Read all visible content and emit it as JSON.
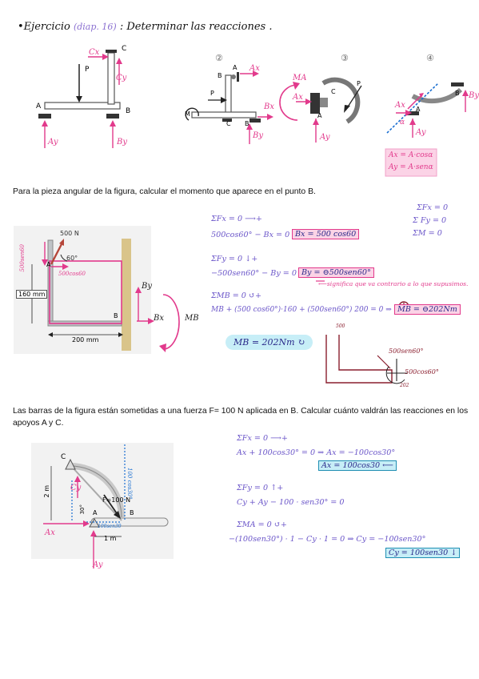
{
  "header": {
    "title_main": "•Ejercicio",
    "title_sub": "(diap. 16)",
    "title_rest": ": Determinar las reacciones ."
  },
  "fig1": {
    "labels": {
      "C": "C",
      "P": "P",
      "A": "A",
      "B": "B"
    },
    "reactions": {
      "Cx": "Cx",
      "Cy": "Cy",
      "Ay": "Ay",
      "By": "By"
    }
  },
  "fig2": {
    "number": "②",
    "labels": {
      "A": "A",
      "B": "B",
      "P": "P",
      "M": "M",
      "C": "C",
      "Bs": "B"
    },
    "reactions": {
      "Ax": "Ax",
      "Bx": "Bx",
      "By": "By"
    }
  },
  "fig3": {
    "number": "③",
    "labels": {
      "C": "C",
      "P": "P",
      "A": "A"
    },
    "reactions": {
      "MA": "MA",
      "Ax": "Ax",
      "Ay": "Ay"
    }
  },
  "fig4": {
    "number": "④",
    "labels": {
      "B": "B",
      "A": "A"
    },
    "reactions": {
      "Ax": "Ax",
      "Ay": "Ay",
      "By": "By",
      "alpha": "α"
    },
    "box_line1": "Ax = A·cosα",
    "box_line2": "Ay = A·senα"
  },
  "section1": {
    "text": "Para la pieza angular de la figura, calcular el momento que aparece en el punto B.",
    "figure": {
      "force": "500 N",
      "angle": "60°",
      "vert_label": "500sen60",
      "horiz_label": "500cos60",
      "dim_vert": "160 mm",
      "dim_horiz": "200 mm",
      "pointA": "A",
      "pointB": "B",
      "By": "By",
      "Bx": "Bx",
      "MB": "MB"
    },
    "sums": {
      "fx": "ΣFx = 0",
      "fy": "Σ Fy = 0",
      "m": "ΣM = 0"
    },
    "eq1a": "ΣFx = 0  ⟶+",
    "eq1b": "500cos60° − Bx = 0 ⇒",
    "eq1box": "Bx = 500 cos60",
    "eq2a": "ΣFy = 0 ↓+",
    "eq2b": "−500sen60° − By = 0 ⇒",
    "eq2box": "By = ⊖500sen60°",
    "note": "⟵significa que va contrario a lo que supusimos.",
    "eq3a": "ΣMB = 0 ↺+",
    "eq3b": "MB + (500 cos60°)·160 + (500sen60°) 200 = 0 ⇒",
    "eq3box": "MB = ⊖202Nm",
    "result": "MB = 202Nm ↻",
    "sketch": {
      "top": "500",
      "v": "500sen60°",
      "h": "500cos60°",
      "m": "202"
    }
  },
  "section2": {
    "text": "Las barras de la figura están sometidas a una fuerza F= 100 N aplicada en B. Calcular cuánto valdrán las reacciones en los apoyos A y C.",
    "figure": {
      "C": "C",
      "A": "A",
      "B": "B",
      "F": "F=100 N",
      "h": "2 m",
      "w": "1 m",
      "ang": "30°",
      "Cy": "Cy",
      "Ax": "Ax",
      "Ay": "Ay",
      "Fcomp": "100 cos30°",
      "Fy": "100sen30"
    },
    "eq1a": "ΣFx = 0  ⟶+",
    "eq1b": "Ax + 100cos30° = 0 ⇒ Ax = −100cos30°",
    "eq1box": "Ax = 100cos30 ⟵",
    "eq2a": "ΣFy = 0 ↑+",
    "eq2b": "Cy + Ay − 100 · sen30° = 0",
    "eq3a": "ΣMA = 0 ↺+",
    "eq3b": "−(100sen30°) · 1 − Cy · 1 = 0 ⇒ Cy = −100sen30°",
    "eq3box": "Cy = 100sen30 ↓"
  }
}
